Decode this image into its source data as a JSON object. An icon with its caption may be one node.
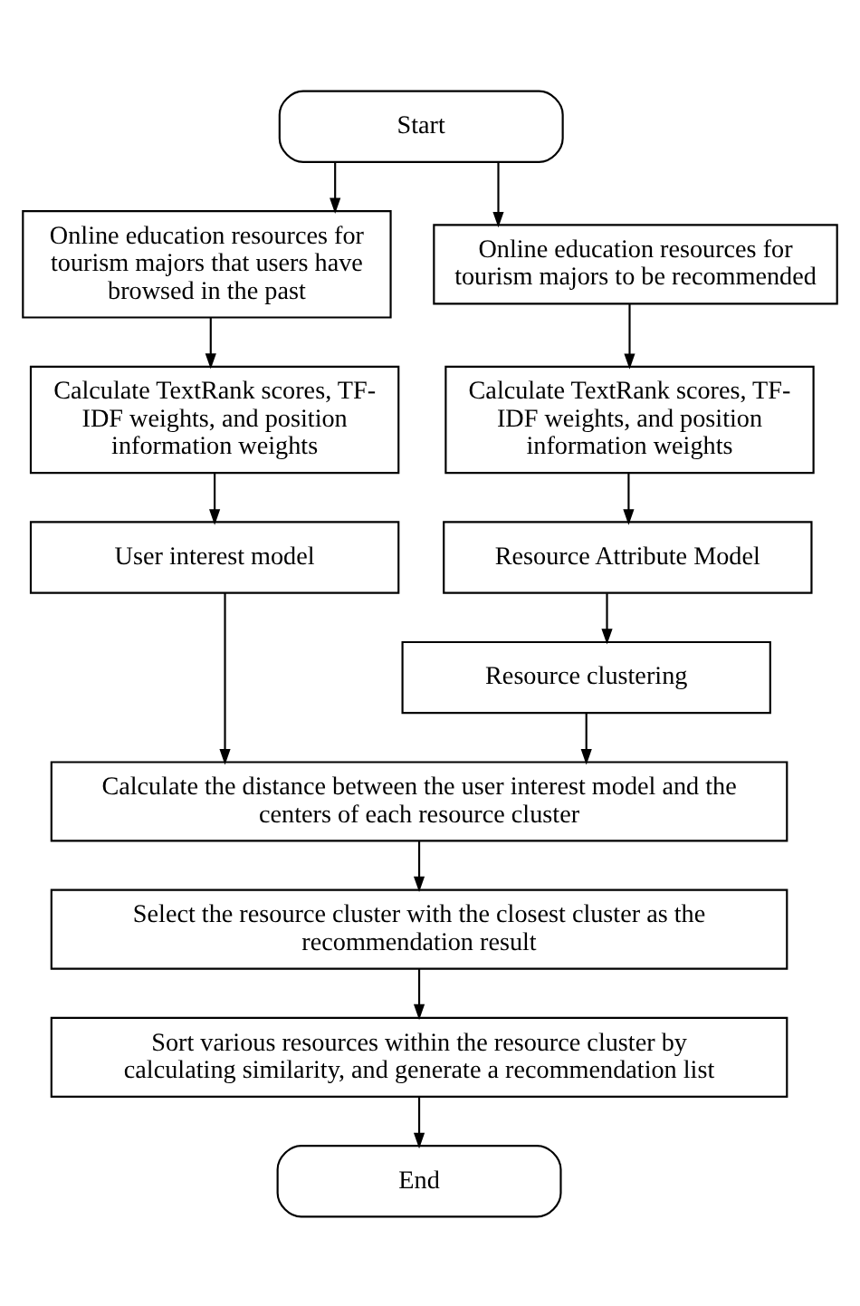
{
  "diagram": {
    "nodes": [
      {
        "text": [
          "Start"
        ]
      },
      {
        "text": [
          "Online education resources for tourism majors that users have browsed in the past"
        ]
      },
      {
        "text": [
          "Online education resources for tourism majors to be recommended"
        ]
      },
      {
        "text": [
          "Calculate TextRank scores, TF-IDF weights, and position information weights"
        ]
      },
      {
        "text": [
          "Calculate TextRank scores, TF-IDF weights, and position information weights"
        ]
      },
      {
        "text": [
          "User interest model"
        ]
      },
      {
        "text": [
          "Resource Attribute Model"
        ]
      },
      {
        "text": [
          "Resource clustering"
        ]
      },
      {
        "text": [
          "Calculate the distance between the user interest model and the centers of each resource cluster"
        ]
      },
      {
        "text": [
          "Select the resource cluster with the closest cluster as the recommendation result"
        ]
      },
      {
        "text": [
          "Sort various resources within the resource cluster by calculating similarity, and generate a recommendation list"
        ]
      },
      {
        "text": [
          "End"
        ]
      }
    ],
    "edges": [
      {
        "from": 0,
        "to": 1,
        "arrow": "to"
      },
      {
        "from": 0,
        "to": 2,
        "arrow": "to"
      },
      {
        "from": 1,
        "to": 3,
        "arrow": "to"
      },
      {
        "from": 2,
        "to": 4,
        "arrow": "to"
      },
      {
        "from": 3,
        "to": 5,
        "arrow": "to"
      },
      {
        "from": 4,
        "to": 6,
        "arrow": "to"
      },
      {
        "from": 6,
        "to": 7,
        "arrow": "to"
      },
      {
        "from": 5,
        "to": 8,
        "arrow": "to"
      },
      {
        "from": 7,
        "to": 8,
        "arrow": "to"
      },
      {
        "from": 8,
        "to": 9,
        "arrow": "to"
      },
      {
        "from": 9,
        "to": 10,
        "arrow": "to"
      },
      {
        "from": 10,
        "to": 11,
        "arrow": "to"
      }
    ]
  }
}
